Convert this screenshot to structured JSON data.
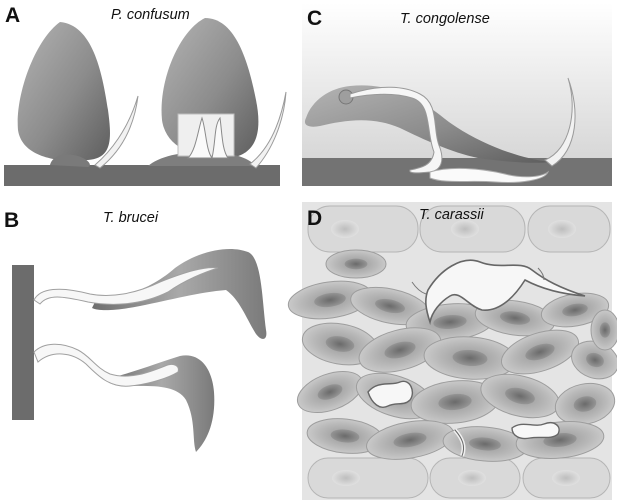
{
  "panels": [
    {
      "letter": "A",
      "species": "P. confusum"
    },
    {
      "letter": "B",
      "species": "T. brucei"
    },
    {
      "letter": "C",
      "species": "T. congolense"
    },
    {
      "letter": "D",
      "species": "T. carassii"
    }
  ],
  "colors": {
    "parasite_body": "#8a8a8a",
    "flagellum": "#f4f4f4",
    "substrate": "#6f6f6f",
    "cells": "#c4c4c4",
    "background_panel": "#e6e6e6"
  }
}
